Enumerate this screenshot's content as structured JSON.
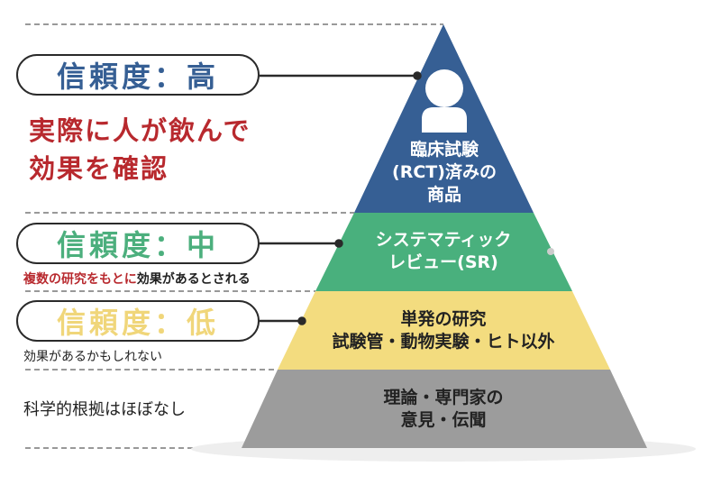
{
  "levels": {
    "high": {
      "label": "信頼度：高",
      "desc": "実際に人が飲んで効果を確認",
      "desc_line1": "実際に人が飲んで",
      "desc_line2": "効果を確認",
      "color": "#365f94"
    },
    "mid": {
      "label": "信頼度：中",
      "desc_red": "複数の研究をもとに",
      "desc_rest": "効果があるとされる",
      "color": "#49b07d"
    },
    "low": {
      "label": "信頼度：低",
      "desc": "効果があるかもしれない",
      "color": "#f3dc7f"
    },
    "none": {
      "desc": "科学的根拠はほぼなし",
      "color": "#9c9c9c"
    }
  },
  "pyramid": {
    "tier1": {
      "line1": "臨床試験",
      "line2": "(RCT)済みの",
      "line3": "商品"
    },
    "tier2": {
      "line1": "システマティック",
      "line2": "レビュー(SR)"
    },
    "tier3": {
      "line1": "単発の研究",
      "line2": "試験管・動物実験・ヒト以外"
    },
    "tier4": {
      "line1": "理論・専門家の",
      "line2": "意見・伝聞"
    }
  },
  "colors": {
    "accent_red": "#b8292e",
    "mid_text": "#4caf7d",
    "low_text": "#f0d67a"
  }
}
